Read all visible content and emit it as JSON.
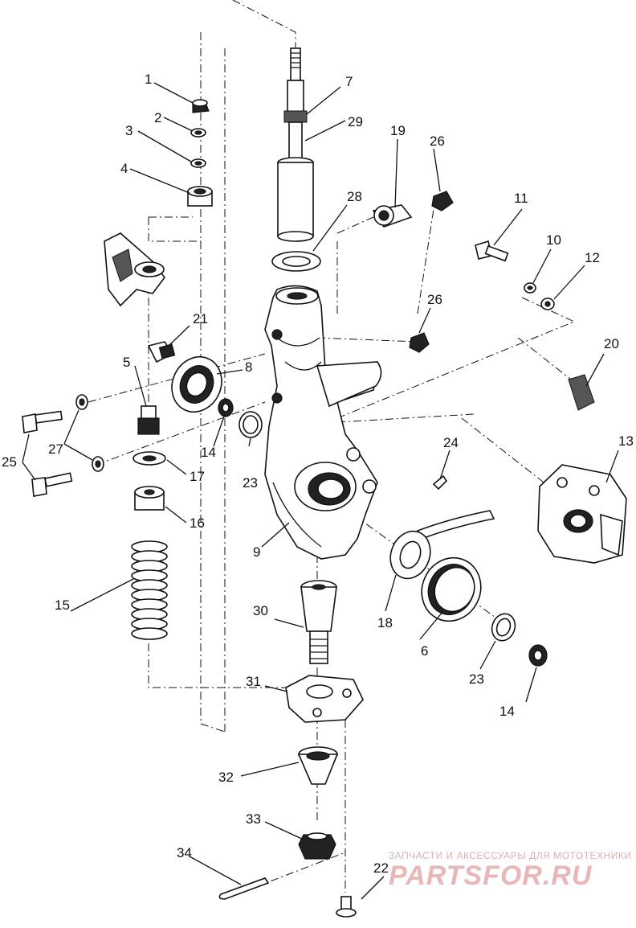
{
  "callouts": [
    {
      "id": "c1",
      "text": "1"
    },
    {
      "id": "c2",
      "text": "2"
    },
    {
      "id": "c3",
      "text": "3"
    },
    {
      "id": "c4",
      "text": "4"
    },
    {
      "id": "c5",
      "text": "5"
    },
    {
      "id": "c6",
      "text": "6"
    },
    {
      "id": "c7",
      "text": "7"
    },
    {
      "id": "c8",
      "text": "8"
    },
    {
      "id": "c9",
      "text": "9"
    },
    {
      "id": "c10",
      "text": "10"
    },
    {
      "id": "c11",
      "text": "11"
    },
    {
      "id": "c12",
      "text": "12"
    },
    {
      "id": "c13",
      "text": "13"
    },
    {
      "id": "c14a",
      "text": "14"
    },
    {
      "id": "c14b",
      "text": "14"
    },
    {
      "id": "c15",
      "text": "15"
    },
    {
      "id": "c16",
      "text": "16"
    },
    {
      "id": "c17",
      "text": "17"
    },
    {
      "id": "c18",
      "text": "18"
    },
    {
      "id": "c19",
      "text": "19"
    },
    {
      "id": "c20",
      "text": "20"
    },
    {
      "id": "c21",
      "text": "21"
    },
    {
      "id": "c22",
      "text": "22"
    },
    {
      "id": "c23a",
      "text": "23"
    },
    {
      "id": "c23b",
      "text": "23"
    },
    {
      "id": "c24",
      "text": "24"
    },
    {
      "id": "c25",
      "text": "25"
    },
    {
      "id": "c26a",
      "text": "26"
    },
    {
      "id": "c26b",
      "text": "26"
    },
    {
      "id": "c27",
      "text": "27"
    },
    {
      "id": "c28",
      "text": "28"
    },
    {
      "id": "c29",
      "text": "29"
    },
    {
      "id": "c30",
      "text": "30"
    },
    {
      "id": "c31",
      "text": "31"
    },
    {
      "id": "c32",
      "text": "32"
    },
    {
      "id": "c33",
      "text": "33"
    },
    {
      "id": "c34",
      "text": "34"
    }
  ],
  "watermark": {
    "tagline": "ЗАПЧАСТИ И АКСЕССУАРЫ ДЛЯ МОТОТЕХНИКИ",
    "brand": "PARTSFOR.RU"
  },
  "colors": {
    "ink": "#111111",
    "watermark": "#e9b7b7"
  }
}
